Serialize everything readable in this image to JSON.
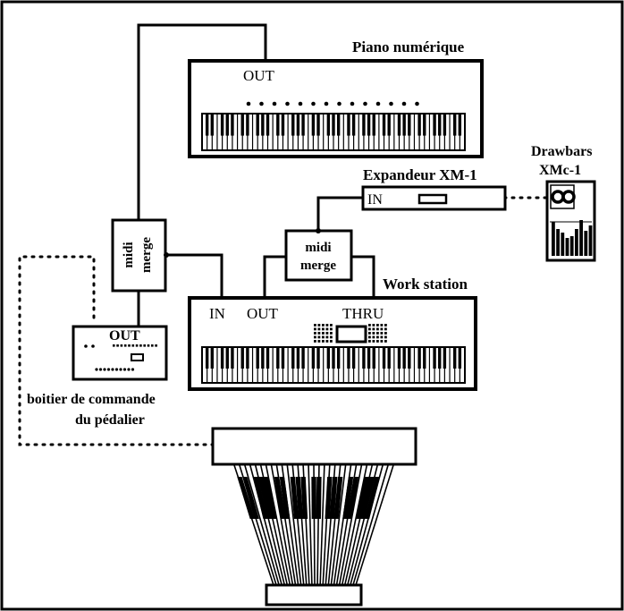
{
  "piano": {
    "title": "Piano numérique",
    "out_label": "OUT"
  },
  "expander": {
    "title": "Expandeur XM-1",
    "in_label": "IN"
  },
  "drawbars": {
    "title_line1": "Drawbars",
    "title_line2": "XMc-1"
  },
  "midi_merge_left": {
    "line1": "midi",
    "line2": "merge"
  },
  "midi_merge_right": {
    "line1": "midi",
    "line2": "merge"
  },
  "workstation": {
    "title": "Work station",
    "in_label": "IN",
    "out_label": "OUT",
    "thru_label": "THRU"
  },
  "pedal_box": {
    "out_label": "OUT",
    "caption_line1": "boitier de commande",
    "caption_line2": "du pédalier"
  }
}
